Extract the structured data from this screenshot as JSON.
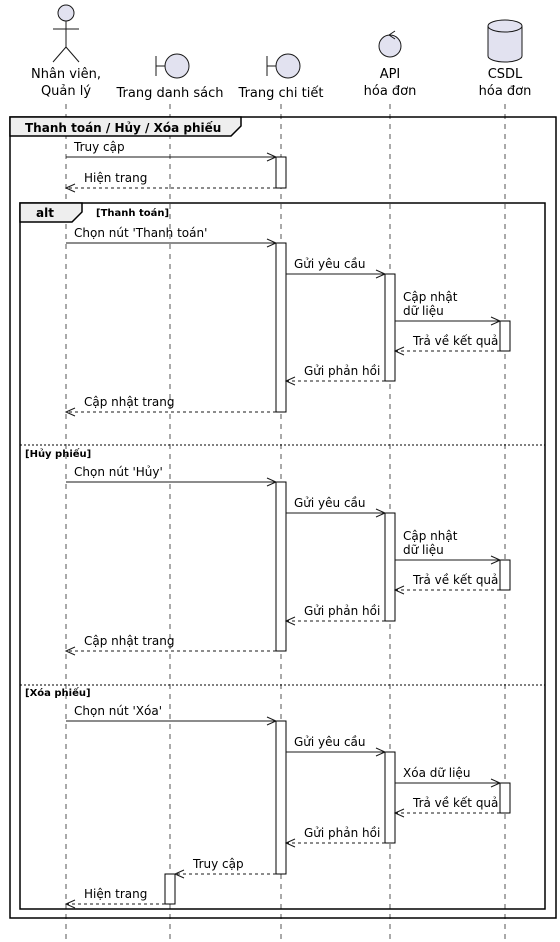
{
  "participants": [
    {
      "id": "p1",
      "type": "actor",
      "label_lines": [
        "Nhân viên,",
        "Quản lý"
      ]
    },
    {
      "id": "p2",
      "type": "boundary",
      "label_lines": [
        "Trang danh sách"
      ]
    },
    {
      "id": "p3",
      "type": "boundary",
      "label_lines": [
        "Trang chi tiết"
      ]
    },
    {
      "id": "p4",
      "type": "control",
      "label_lines": [
        "API",
        "hóa đơn"
      ]
    },
    {
      "id": "p5",
      "type": "database",
      "label_lines": [
        "CSDL",
        "hóa đơn"
      ]
    }
  ],
  "group": {
    "label": "Thanh toán / Hủy / Xóa phiếu"
  },
  "alt": {
    "keyword": "alt",
    "sections": [
      {
        "guard": "[Thanh toán]"
      },
      {
        "guard": "[Hủy phiếu]"
      },
      {
        "guard": "[Xóa phiếu]"
      }
    ]
  },
  "messages": [
    {
      "from": "p1",
      "to": "p3",
      "lines": [
        "Truy cập"
      ],
      "dashed": false
    },
    {
      "from": "p3",
      "to": "p1",
      "lines": [
        "Hiện trang"
      ],
      "dashed": true
    },
    {
      "from": "p1",
      "to": "p3",
      "lines": [
        "Chọn nút 'Thanh toán'"
      ],
      "dashed": false
    },
    {
      "from": "p3",
      "to": "p4",
      "lines": [
        "Gửi yêu cầu"
      ],
      "dashed": false
    },
    {
      "from": "p4",
      "to": "p5",
      "lines": [
        "Cập nhật",
        "dữ liệu"
      ],
      "dashed": false
    },
    {
      "from": "p5",
      "to": "p4",
      "lines": [
        "Trả về kết quả"
      ],
      "dashed": true
    },
    {
      "from": "p4",
      "to": "p3",
      "lines": [
        "Gửi phản hồi"
      ],
      "dashed": true
    },
    {
      "from": "p3",
      "to": "p1",
      "lines": [
        "Cập nhật trang"
      ],
      "dashed": true
    },
    {
      "from": "p1",
      "to": "p3",
      "lines": [
        "Chọn nút 'Hủy'"
      ],
      "dashed": false
    },
    {
      "from": "p3",
      "to": "p4",
      "lines": [
        "Gửi yêu cầu"
      ],
      "dashed": false
    },
    {
      "from": "p4",
      "to": "p5",
      "lines": [
        "Cập nhật",
        "dữ liệu"
      ],
      "dashed": false
    },
    {
      "from": "p5",
      "to": "p4",
      "lines": [
        "Trả về kết quả"
      ],
      "dashed": true
    },
    {
      "from": "p4",
      "to": "p3",
      "lines": [
        "Gửi phản hồi"
      ],
      "dashed": true
    },
    {
      "from": "p3",
      "to": "p1",
      "lines": [
        "Cập nhật trang"
      ],
      "dashed": true
    },
    {
      "from": "p1",
      "to": "p3",
      "lines": [
        "Chọn nút 'Xóa'"
      ],
      "dashed": false
    },
    {
      "from": "p3",
      "to": "p4",
      "lines": [
        "Gửi yêu cầu"
      ],
      "dashed": false
    },
    {
      "from": "p4",
      "to": "p5",
      "lines": [
        "Xóa dữ liệu"
      ],
      "dashed": false
    },
    {
      "from": "p5",
      "to": "p4",
      "lines": [
        "Trả về kết quả"
      ],
      "dashed": true
    },
    {
      "from": "p4",
      "to": "p3",
      "lines": [
        "Gửi phản hồi"
      ],
      "dashed": true
    },
    {
      "from": "p3",
      "to": "p2",
      "lines": [
        "Truy cập"
      ],
      "dashed": true
    },
    {
      "from": "p2",
      "to": "p1",
      "lines": [
        "Hiện trang"
      ],
      "dashed": true
    }
  ]
}
